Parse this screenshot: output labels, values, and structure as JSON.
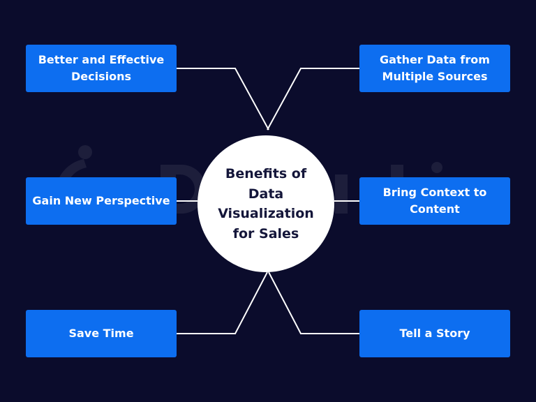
{
  "colors": {
    "background": "#0b0c2c",
    "box_fill": "#0d6ef0",
    "box_text": "#ffffff",
    "connector": "#ffffff",
    "circle_fill": "#ffffff",
    "circle_text": "#14163a"
  },
  "center": {
    "title": "Benefits of\nData\nVisualization\nfor Sales"
  },
  "benefits": [
    {
      "label": "Better and Effective\nDecisions"
    },
    {
      "label": "Gather Data from\nMultiple Sources"
    },
    {
      "label": "Gain New Perspective"
    },
    {
      "label": "Bring Context to\nContent"
    },
    {
      "label": "Save Time"
    },
    {
      "label": "Tell a Story"
    }
  ],
  "watermark": {
    "icon": "logo-mark-icon"
  }
}
